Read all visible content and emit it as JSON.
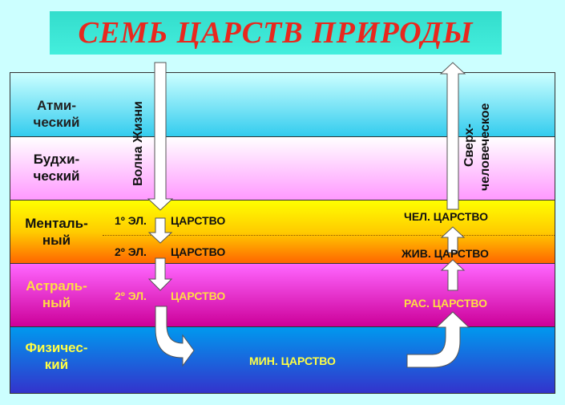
{
  "title": "СЕМЬ ЦАРСТВ ПРИРОДЫ",
  "planes": [
    {
      "label": "Атми-\nческий",
      "line1": "Атми-",
      "line2": "ческий"
    },
    {
      "line1": "Будхи-",
      "line2": "ческий"
    },
    {
      "line1": "Менталь-",
      "line2": "ный"
    },
    {
      "line1": "Астраль-",
      "line2": "ный"
    },
    {
      "line1": "Физичес-",
      "line2": "кий"
    }
  ],
  "wave": "Волна Жизни",
  "super1": "Сверх-",
  "super2": "человеческое",
  "left": {
    "m1_a": "1º ЭЛ.",
    "m1_b": "ЦАРСТВО",
    "m2_a": "2º ЭЛ.",
    "m2_b": "ЦАРСТВО",
    "a_a": "2º ЭЛ.",
    "a_b": "ЦАРСТВО"
  },
  "mineral": "МИН. ЦАРСТВО",
  "right": {
    "human": "ЧЕЛ. ЦАРСТВО",
    "animal": "ЖИВ. ЦАРСТВО",
    "plant": "РАС. ЦАРСТВО"
  }
}
